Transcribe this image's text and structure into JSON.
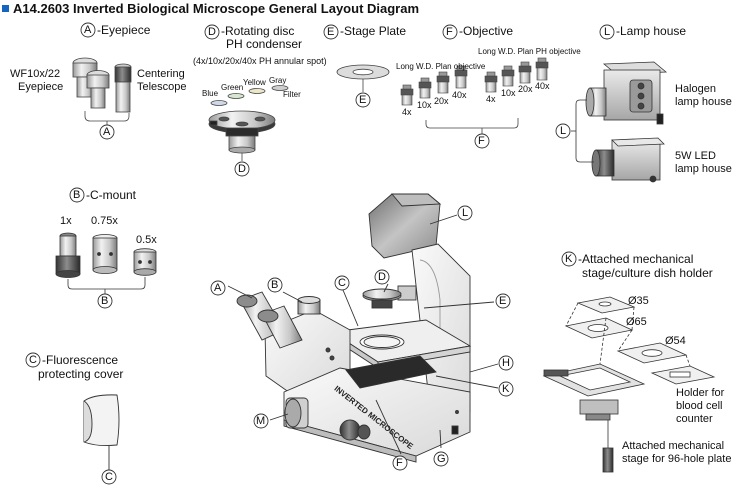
{
  "title": "A14.2603 Inverted Biological Microscope General Layout Diagram",
  "callouts": {
    "A": "A",
    "B": "B",
    "C": "C",
    "D": "D",
    "E": "E",
    "F": "F",
    "G": "G",
    "H": "H",
    "K": "K",
    "L": "L",
    "M": "M"
  },
  "sections": {
    "eyepiece": {
      "heading": "-Eyepiece",
      "wf_line1": "WF10x/22",
      "wf_line2": "Eyepiece",
      "centering_line1": "Centering",
      "centering_line2": "Telescope"
    },
    "condenser": {
      "heading_line1": "-Rotating disc",
      "heading_line2": "PH condenser",
      "spot_note": "(4x/10x/20x/40x PH annular spot)",
      "filters": [
        "Blue",
        "Green",
        "Yellow",
        "Gray",
        "Filter"
      ]
    },
    "stage_plate": {
      "heading": "-Stage Plate"
    },
    "objective": {
      "heading": "-Objective",
      "group1_label": "Long W.D. Plan objective",
      "group2_label": "Long W.D. Plan PH objective",
      "mags": [
        "4x",
        "10x",
        "20x",
        "40x"
      ]
    },
    "lamp_house": {
      "heading": "-Lamp house",
      "halogen_line1": "Halogen",
      "halogen_line2": "lamp house",
      "led_line1": "5W LED",
      "led_line2": "lamp house"
    },
    "cmount": {
      "heading": "-C-mount",
      "mags": [
        "1x",
        "0.75x",
        "0.5x"
      ]
    },
    "fluorescence": {
      "heading_line1": "-Fluorescence",
      "heading_line2": "protecting cover"
    },
    "mech_stage": {
      "heading_line1": "-Attached mechanical",
      "heading_line2": "stage/culture dish holder",
      "d35": "Ø35",
      "d65": "Ø65",
      "d54": "Ø54",
      "holder_line1": "Holder for",
      "holder_line2": "blood cell",
      "holder_line3": "counter",
      "attached_line1": "Attached mechanical",
      "attached_line2": "stage for 96-hole plate"
    },
    "body_label": "INVERTED MICROSCOPE"
  },
  "colors": {
    "accent": "#1565c0",
    "line": "#333333",
    "metal_light": "#e4e4e4",
    "metal_dark": "#8a8a8a"
  }
}
